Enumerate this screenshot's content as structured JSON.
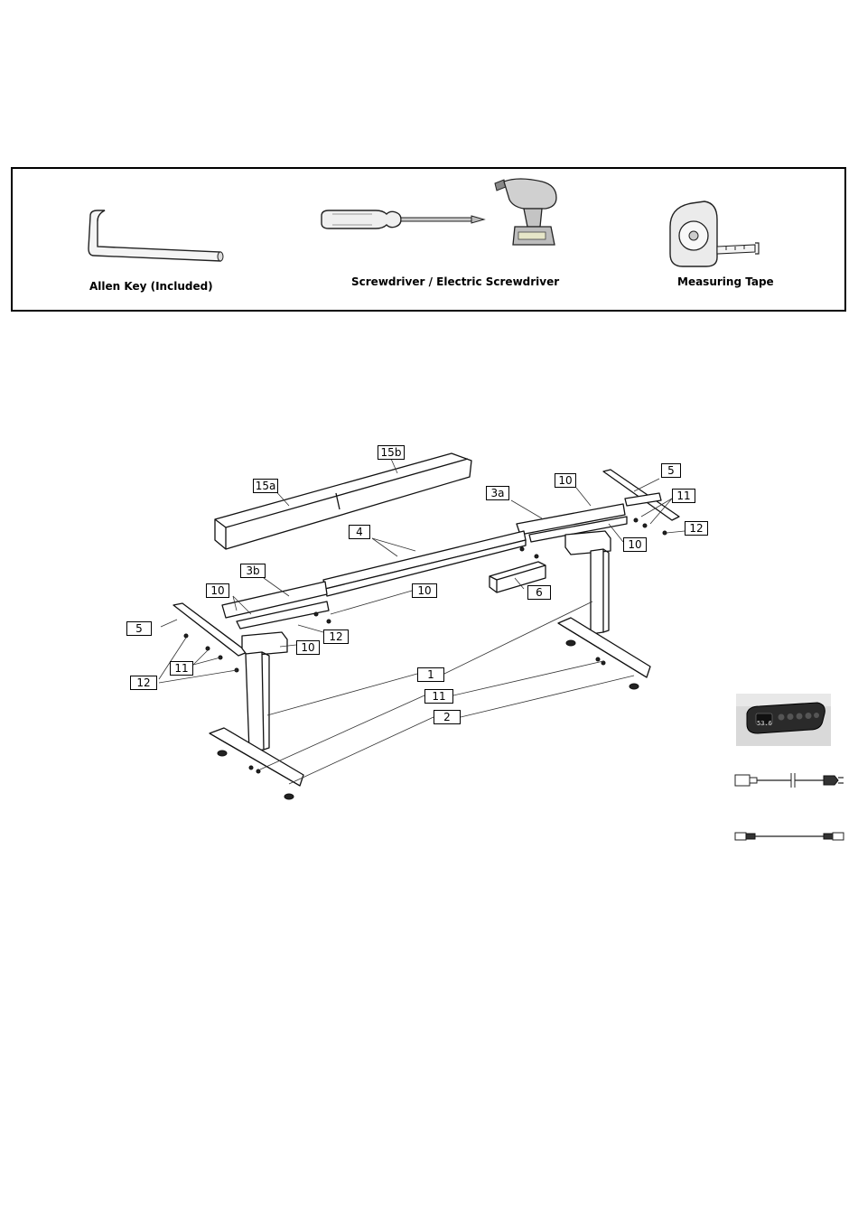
{
  "tools": {
    "allen_key_label": "Allen Key (Included)",
    "screwdriver_label": "Screwdriver / Electric Screwdriver",
    "tape_label": "Measuring Tape"
  },
  "callouts": {
    "p15b": "15b",
    "p15a": "15a",
    "p3a": "3a",
    "p10_tr": "10",
    "p5_r": "5",
    "p11_r": "11",
    "p12_r": "12",
    "p10_r": "10",
    "p4": "4",
    "p3b": "3b",
    "p10_l": "10",
    "p10_mid": "10",
    "p6": "6",
    "p5_l": "5",
    "p12_lm": "12",
    "p10_lb": "10",
    "p11_l": "11",
    "p12_l": "12",
    "p1": "1",
    "p11_b": "11",
    "p2": "2"
  },
  "handset_display": "53.6"
}
